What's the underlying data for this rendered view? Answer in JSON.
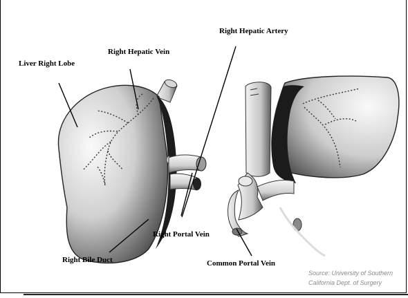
{
  "labels": {
    "right_hepatic_artery": "Right Hepatic Artery",
    "right_hepatic_vein": "Right Hepatic Vein",
    "liver_right_lobe": "Liver Right Lobe",
    "right_portal_vein": "Right Portal Vein",
    "right_bile_duct": "Right Bile Duct",
    "common_portal_vein": "Common Portal Vein"
  },
  "source": {
    "line1": "Source: University of Southern",
    "line2": "California Dept. of Surgery"
  },
  "colors": {
    "liver_light": "#f4f4f4",
    "liver_dark": "#5a5a5a",
    "cut_surface": "#1c1c1c",
    "vessel_line": "#333333",
    "pointer_line": "#000000"
  }
}
